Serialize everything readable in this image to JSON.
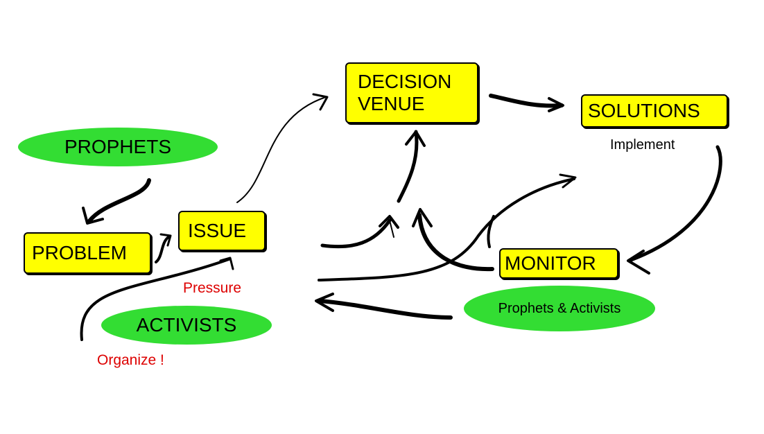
{
  "nodes": {
    "decision_venue": [
      "DECISION",
      "VENUE"
    ],
    "solutions": "SOLUTIONS",
    "prophets": "PROPHETS",
    "problem": "PROBLEM",
    "issue": "ISSUE",
    "monitor": "MONITOR",
    "activists": "ACTIVISTS",
    "prophets_activists": "Prophets & Activists"
  },
  "labels": {
    "implement": "Implement",
    "pressure": "Pressure",
    "organize": "Organize !"
  },
  "colors": {
    "box_fill": "#ffff00",
    "oval_fill": "#33dd33",
    "label_red": "#dd0000"
  }
}
